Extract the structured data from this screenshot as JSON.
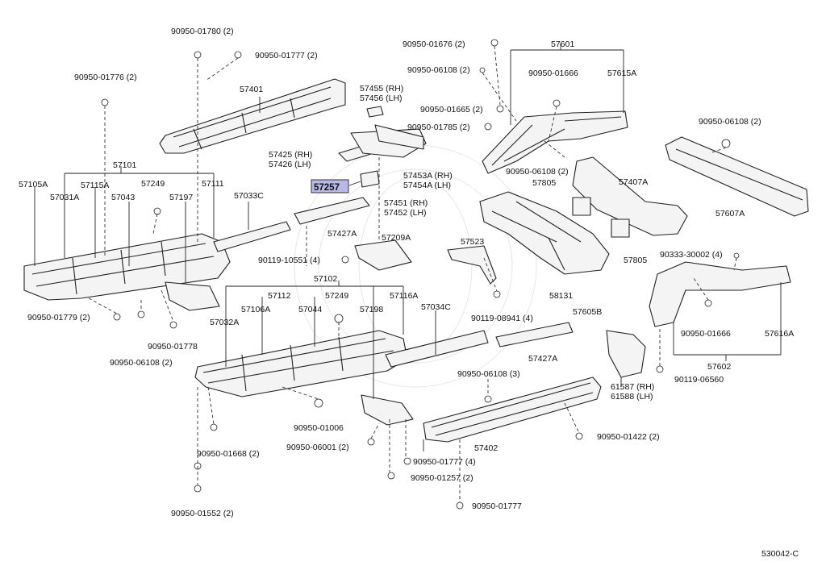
{
  "diagram_id": "530042-C",
  "highlight_color": "#b7b7e8",
  "parts": [
    {
      "key": "p1",
      "text": "90950-01780 (2)"
    },
    {
      "key": "p2",
      "text": "90950-01777 (2)"
    },
    {
      "key": "p3",
      "text": "90950-01776 (2)"
    },
    {
      "key": "p4",
      "text": "57401"
    },
    {
      "key": "p5",
      "text": "57101"
    },
    {
      "key": "p6",
      "text": "57105A"
    },
    {
      "key": "p7",
      "text": "57115A"
    },
    {
      "key": "p8",
      "text": "57249"
    },
    {
      "key": "p9",
      "text": "57111"
    },
    {
      "key": "p10",
      "text": "57031A"
    },
    {
      "key": "p11",
      "text": "57043"
    },
    {
      "key": "p12",
      "text": "57197"
    },
    {
      "key": "p13",
      "text": "57033C"
    },
    {
      "key": "p14",
      "text": "90950-01779 (2)"
    },
    {
      "key": "p15",
      "text": "90950-01778"
    },
    {
      "key": "p16",
      "text": "90950-06108 (2)"
    },
    {
      "key": "p17",
      "text": "57102"
    },
    {
      "key": "p18",
      "text": "57112"
    },
    {
      "key": "p19",
      "text": "57249"
    },
    {
      "key": "p20",
      "text": "57116A"
    },
    {
      "key": "p21",
      "text": "57106A"
    },
    {
      "key": "p22",
      "text": "57044"
    },
    {
      "key": "p23",
      "text": "57198"
    },
    {
      "key": "p24",
      "text": "57032A"
    },
    {
      "key": "p25",
      "text": "57034C"
    },
    {
      "key": "p26",
      "text": "90950-01006"
    },
    {
      "key": "p27",
      "text": "90950-06001 (2)"
    },
    {
      "key": "p28",
      "text": "90950-01668 (2)"
    },
    {
      "key": "p29",
      "text": "90950-01552 (2)"
    },
    {
      "key": "p30",
      "text": "90950-01676 (2)"
    },
    {
      "key": "p31",
      "text": "90950-06108 (2)"
    },
    {
      "key": "p32",
      "text": "57455 (RH)"
    },
    {
      "key": "p33",
      "text": "57456 (LH)"
    },
    {
      "key": "p34",
      "text": "90950-01665 (2)"
    },
    {
      "key": "p35",
      "text": "90950-01785 (2)"
    },
    {
      "key": "p36",
      "text": "57425 (RH)"
    },
    {
      "key": "p37",
      "text": "57426 (LH)"
    },
    {
      "key": "p38",
      "text": "57257"
    },
    {
      "key": "p39",
      "text": "57453A (RH)"
    },
    {
      "key": "p40",
      "text": "57454A (LH)"
    },
    {
      "key": "p41",
      "text": "57451 (RH)"
    },
    {
      "key": "p42",
      "text": "57452 (LH)"
    },
    {
      "key": "p43",
      "text": "57427A"
    },
    {
      "key": "p44",
      "text": "57209A"
    },
    {
      "key": "p45",
      "text": "90119-10551 (4)"
    },
    {
      "key": "p46",
      "text": "57523"
    },
    {
      "key": "p47",
      "text": "90119-08941 (4)"
    },
    {
      "key": "p48",
      "text": "57427A"
    },
    {
      "key": "p49",
      "text": "90950-06108 (3)"
    },
    {
      "key": "p50",
      "text": "57402"
    },
    {
      "key": "p51",
      "text": "90950-01422 (2)"
    },
    {
      "key": "p52",
      "text": "90950-01777 (4)"
    },
    {
      "key": "p53",
      "text": "90950-01257 (2)"
    },
    {
      "key": "p54",
      "text": "90950-01777"
    },
    {
      "key": "p55",
      "text": "57601"
    },
    {
      "key": "p56",
      "text": "90950-01666"
    },
    {
      "key": "p57",
      "text": "57615A"
    },
    {
      "key": "p58",
      "text": "90950-06108 (2)"
    },
    {
      "key": "p59",
      "text": "57805"
    },
    {
      "key": "p60",
      "text": "57407A"
    },
    {
      "key": "p61",
      "text": "90950-06108 (2)"
    },
    {
      "key": "p62",
      "text": "57607A"
    },
    {
      "key": "p63",
      "text": "57805"
    },
    {
      "key": "p64",
      "text": "90333-30002 (4)"
    },
    {
      "key": "p65",
      "text": "58131"
    },
    {
      "key": "p66",
      "text": "57605B"
    },
    {
      "key": "p67",
      "text": "90950-01666"
    },
    {
      "key": "p68",
      "text": "57616A"
    },
    {
      "key": "p69",
      "text": "57602"
    },
    {
      "key": "p70",
      "text": "61587 (RH)"
    },
    {
      "key": "p71",
      "text": "61588 (LH)"
    },
    {
      "key": "p72",
      "text": "90119-06560"
    }
  ]
}
